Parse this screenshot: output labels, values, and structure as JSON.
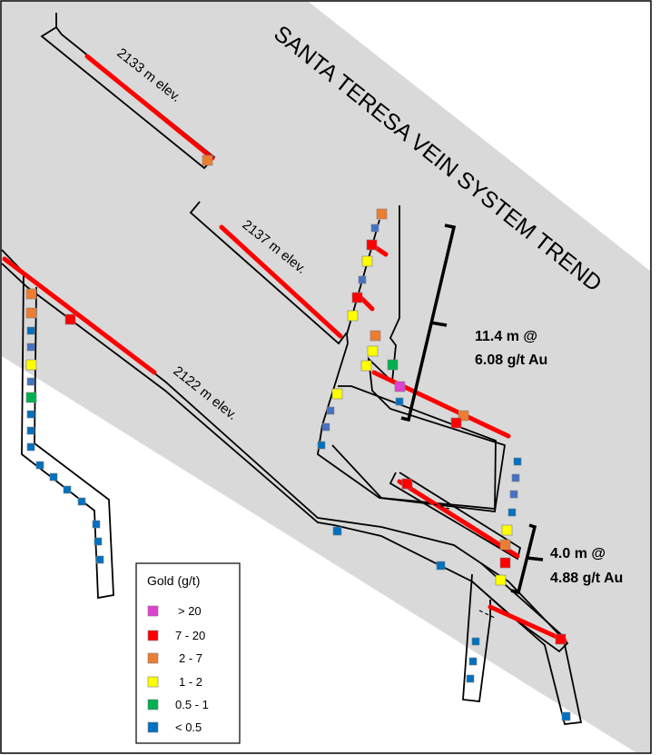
{
  "trend_label": "SANTA TERESA VEIN SYSTEM TREND",
  "elevations": {
    "e2133": "2133 m elev.",
    "e2137": "2137 m elev.",
    "e2122": "2122 m elev."
  },
  "intercepts": {
    "upper": {
      "line1": "11.4 m @",
      "line2": "6.08 g/t Au"
    },
    "lower": {
      "line1": "4.0 m @",
      "line2": "4.88 g/t Au"
    }
  },
  "legend": {
    "title": "Gold (g/t)",
    "items": [
      {
        "label": "> 20",
        "color": "#e040d0"
      },
      {
        "label": "7 - 20",
        "color": "#ff0000"
      },
      {
        "label": "2 - 7",
        "color": "#ed7d31"
      },
      {
        "label": "1 - 2",
        "color": "#ffff00"
      },
      {
        "label": "0.5 - 1",
        "color": "#00b050"
      },
      {
        "label": "< 0.5",
        "color": "#0070c0"
      }
    ]
  },
  "colors": {
    "trend_band": "#d9d9d9",
    "vein": "#ff0000",
    "outline": "#000000"
  }
}
